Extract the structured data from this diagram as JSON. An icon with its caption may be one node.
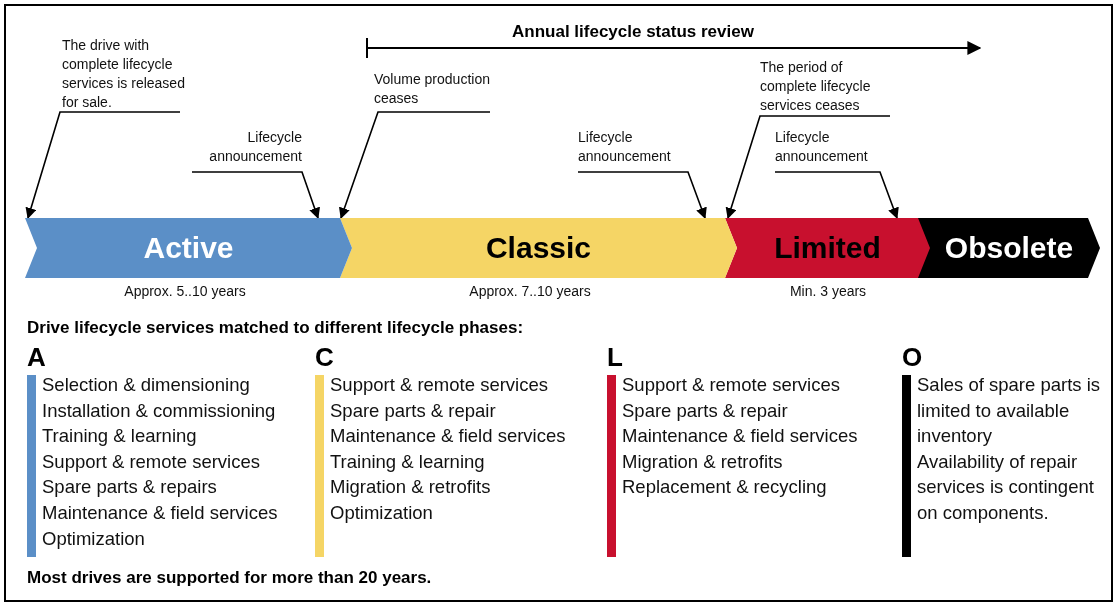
{
  "diagram": {
    "title": "Annual lifecycle status review",
    "nodes": [
      {
        "text": [
          "The drive with complete lifecycle services is released for sale."
        ]
      },
      {
        "text": [
          "Lifecycle announcement"
        ]
      },
      {
        "text": [
          "Volume production ceases"
        ]
      },
      {
        "text": [
          "Lifecycle announcement"
        ]
      },
      {
        "text": [
          "The period of complete lifecycle services ceases"
        ]
      },
      {
        "text": [
          "Lifecycle announcement"
        ]
      },
      {
        "text": [
          "Active"
        ],
        "beside": [
          "Approx. 5..10 years"
        ]
      },
      {
        "text": [
          "Classic"
        ],
        "beside": [
          "Approx. 7..10 years"
        ]
      },
      {
        "text": [
          "Limited"
        ],
        "beside": [
          "Min. 3 years"
        ]
      },
      {
        "text": [
          "Obsolete"
        ]
      }
    ],
    "edges": [
      {
        "from": 0,
        "to": 6,
        "arrow": "to"
      },
      {
        "from": 1,
        "to": 6,
        "arrow": "to"
      },
      {
        "from": 2,
        "to": 7,
        "arrow": "to"
      },
      {
        "from": 3,
        "to": 7,
        "arrow": "to"
      },
      {
        "from": 4,
        "to": 8,
        "arrow": "to"
      },
      {
        "from": 5,
        "to": 8,
        "arrow": "to"
      }
    ],
    "labels": [
      "Drive lifecycle services matched to different lifecycle phases:",
      "A",
      "Selection & dimensioning",
      "Installation & commissioning",
      "Training & learning",
      "Support & remote services",
      "Spare parts & repairs",
      "Maintenance & field services",
      "Optimization",
      "C",
      "Support & remote services",
      "Spare parts & repair",
      "Maintenance & field services",
      "Training & learning",
      "Migration & retrofits",
      "Optimization",
      "L",
      "Support & remote services",
      "Spare parts & repair",
      "Maintenance & field services",
      "Migration & retrofits",
      "Replacement & recycling",
      "O",
      "Sales of spare parts is limited to available inventory",
      "Availability of repair services is contingent on components.",
      "Most drives are supported for more than 20 years."
    ]
  }
}
